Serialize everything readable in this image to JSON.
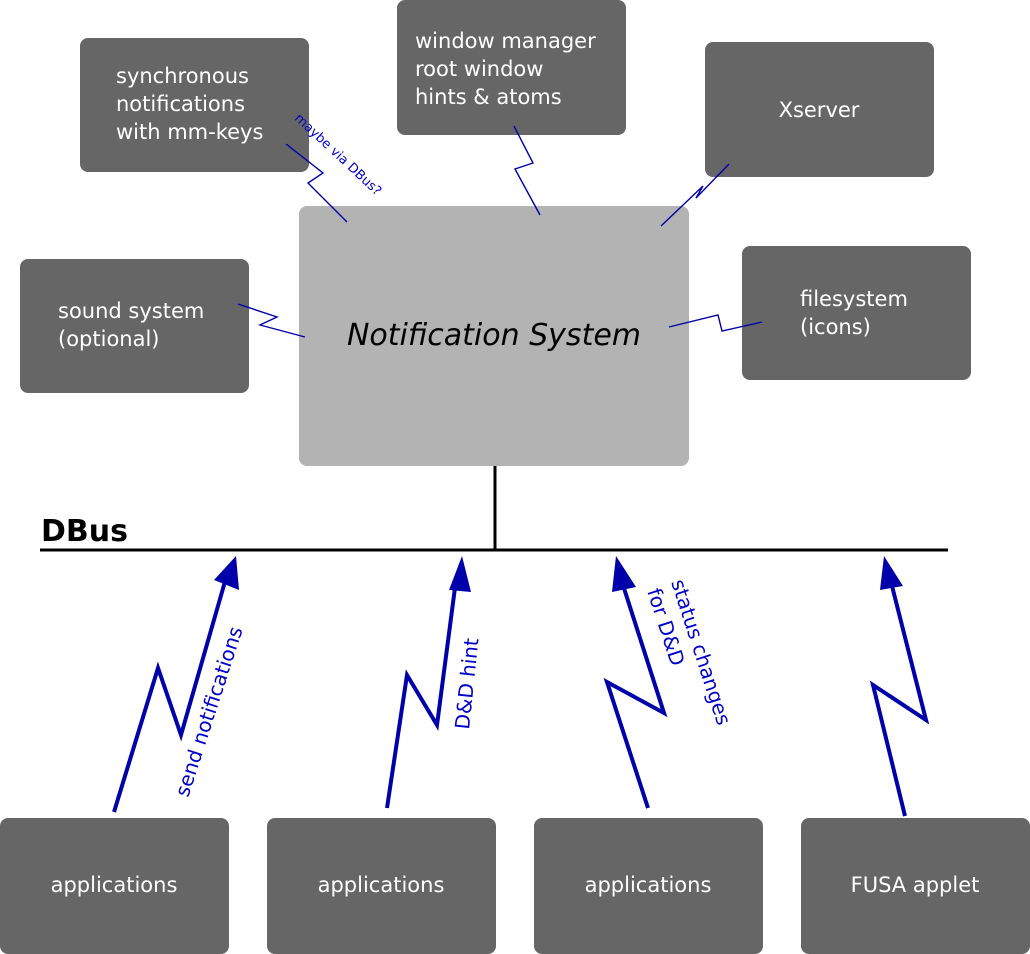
{
  "diagram": {
    "center": {
      "label": "Notification System"
    },
    "bus": {
      "label": "DBus"
    },
    "services": {
      "sync": {
        "lines": [
          "synchronous",
          "notifications",
          "with mm-keys"
        ]
      },
      "wm": {
        "lines": [
          "window manager",
          "root window",
          "hints & atoms"
        ]
      },
      "xserver": {
        "lines": [
          "Xserver"
        ]
      },
      "sound": {
        "lines": [
          "sound system",
          "(optional)"
        ]
      },
      "filesystem": {
        "lines": [
          "filesystem",
          "(icons)"
        ]
      }
    },
    "clients": [
      {
        "label": "applications",
        "arrow_label": [
          "send notifications"
        ]
      },
      {
        "label": "applications",
        "arrow_label": [
          "D&D hint"
        ]
      },
      {
        "label": "applications",
        "arrow_label": [
          "status changes",
          "for D&D"
        ]
      },
      {
        "label": "FUSA applet",
        "arrow_label": []
      }
    ],
    "annotations": {
      "sync_link": "maybe via DBus?"
    },
    "colors": {
      "box_dark": "#666666",
      "box_center": "#b3b3b3",
      "link_blue": "#0000aa",
      "label_blue": "#0000cc",
      "bus_line": "#000000"
    }
  }
}
